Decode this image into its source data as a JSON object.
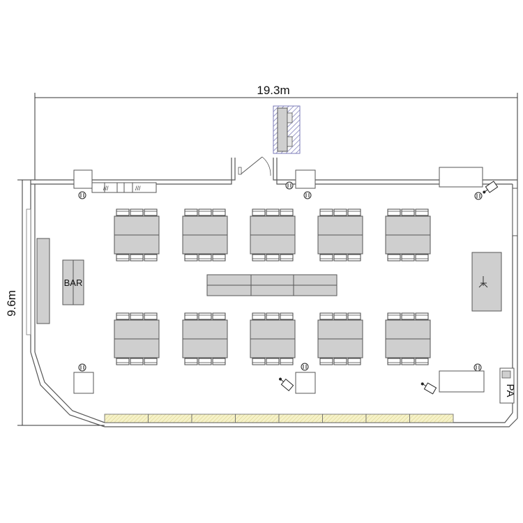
{
  "dimensions": {
    "width_label": "19.3m",
    "height_label": "9.6m"
  },
  "labels": {
    "bar": "BAR",
    "pa": "PA"
  },
  "table_groups": {
    "top_row_count": 5,
    "bottom_row_count": 5,
    "chairs_per_side": 3
  },
  "colors": {
    "wall": "#555555",
    "table_fill": "#cfcfcf",
    "table_stroke": "#555555",
    "window_fill": "#f6f2c8",
    "hatch": "#7b7bb8"
  }
}
